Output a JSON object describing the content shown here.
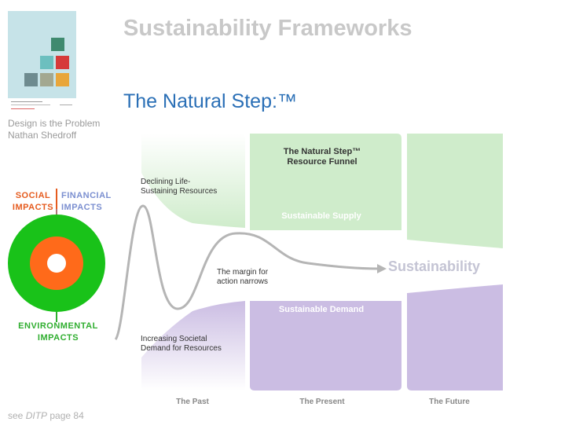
{
  "slide_title": "Sustainability Frameworks",
  "subtitle": "The Natural Step:™",
  "book": {
    "title": "Design is the Problem",
    "author": "Nathan Shedroff",
    "cover_colors": [
      "#3f8a6f",
      "#6cbfbf",
      "#d63a3a",
      "#6e8b8f",
      "#a3a890",
      "#e8a63a"
    ]
  },
  "impacts": {
    "social": [
      "SOCIAL",
      "IMPACTS"
    ],
    "financial": [
      "FINANCIAL",
      "IMPACTS"
    ],
    "environmental": [
      "ENVIRONMENTAL",
      "IMPACTS"
    ],
    "colors": {
      "social": "#e55b1e",
      "financial": "#7b8fd0",
      "environmental": "#2fae2f",
      "outer_ring": "#19c219",
      "inner_circle": "#ff6a1a"
    }
  },
  "funnel": {
    "title_line1": "The Natural Step™",
    "title_line2": "Resource Funnel",
    "supply_label": "Sustainable Supply",
    "demand_label": "Sustainable Demand",
    "declining": [
      "Declining Life-",
      "Sustaining Resources"
    ],
    "increasing": [
      "Increasing Societal",
      "Demand for Resources"
    ],
    "margin": [
      "The margin for",
      "action narrows"
    ],
    "goal": "Sustainability",
    "timeline": [
      "The Past",
      "The Present",
      "The Future"
    ],
    "colors": {
      "supply": "#cfeccb",
      "demand": "#cbbde3",
      "curve": "#b5b5b5"
    }
  },
  "footer": {
    "prefix": "see ",
    "ref": "DITP",
    "suffix": " page 84"
  }
}
